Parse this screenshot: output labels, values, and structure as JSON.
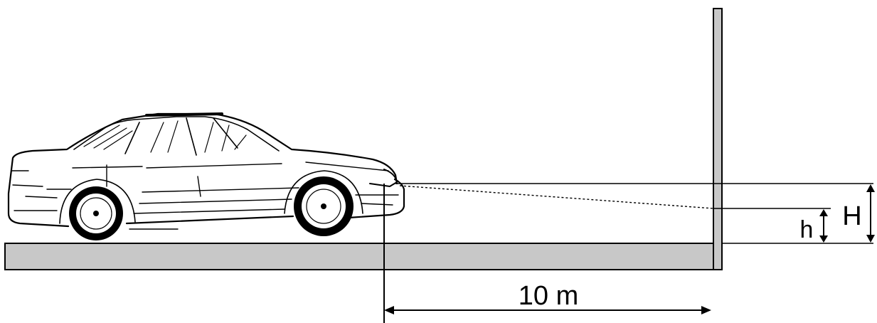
{
  "diagram": {
    "distance_label": "10 m",
    "small_height_label": "h",
    "large_height_label": "H"
  },
  "colors": {
    "background": "#ffffff",
    "ink": "#000000",
    "ground_fill": "#c8c8c8",
    "wall_fill": "#c8c8c8"
  }
}
